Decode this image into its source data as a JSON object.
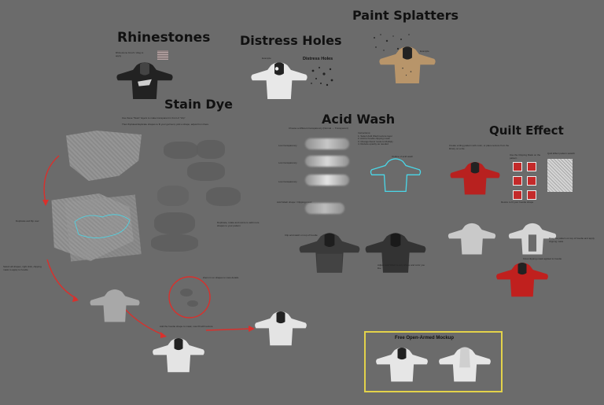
{
  "sections": {
    "rhinestones": {
      "title": "Rhinestones",
      "note": "Rhinestone brush / drag to apply"
    },
    "distress": {
      "title": "Distress Holes",
      "label": "Distress Holes",
      "note": "Example"
    },
    "paint": {
      "title": "Paint Splatters",
      "note": "Example"
    },
    "stain": {
      "title": "Stain Dye",
      "note1": "Use these \"Stain\" layers to make transparent in front of \"clip\"",
      "note2": "Then flip/skew/duplicate shapes to fit your garment, pick a shape, adjust from there",
      "left_label": "Duplicate and flip over",
      "right_label": "Duplicate, rotate and resize to add more shapes to your pattern",
      "side_note": "Select all shapes, right click, clipping mask to apply to hoodie",
      "circle_note": "Zoom in on shapes to view details",
      "bottom_note": "Add the hoodie shape to mask; now fill with texture"
    },
    "acid": {
      "title": "Acid Wash",
      "intro": "Choose a different transparency (Normal → Transparent)",
      "steps": "Instructions:\n1. Select Acid Wash texture layer\n2. Add to hoodie clipping mask\n3. Change blend mode to Multiply\n4. Reduce opacity as needed",
      "rows": [
        "Low transparency",
        "Low transparency",
        "Low transparency",
        "Acid Wash shape / Clipping mask"
      ],
      "outline_label": "Outline of acid wash",
      "bottom_label": "Clip acid wash on top of hoodie",
      "result_note": "Adjust Acid Wash to any shape and color you like"
    },
    "quilt": {
      "title": "Quilt Effect",
      "intro": "Create a tiling pattern with color, or place texture from the library on a tile",
      "label_top": "Quilt Effect pattern swatch",
      "swatch_note": "Use the Clipping Mask on the pattern",
      "mid_note": "Resize to fit your hoodie shape",
      "right_note": "Drag the pattern on top of hoodie and apply clipping mask",
      "bottom_note": "Final clipping mask applied to hoodie"
    },
    "mockup": {
      "title": "Free Open-Armed Mockup"
    }
  },
  "colors": {
    "background": "#6b6b6b",
    "hoodie_black": "#222222",
    "hoodie_white": "#e6e6e6",
    "hoodie_tan": "#b8956a",
    "hoodie_red": "#b8211f",
    "arrow_red": "#d9302c",
    "outline_cyan": "#4ad7e8",
    "mockup_border": "#e3d24a"
  }
}
